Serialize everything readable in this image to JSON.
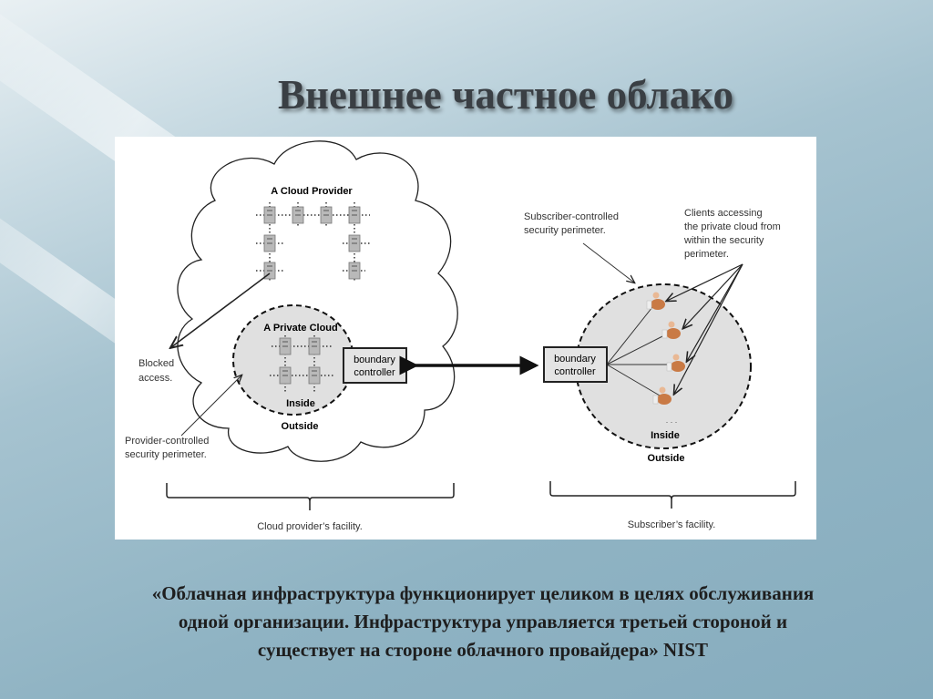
{
  "slide": {
    "title": "Внешнее частное облако",
    "quote": [
      "«Облачная инфраструктура функционирует целиком в целях обслуживания",
      "одной организации. Инфраструктура управляется третьей стороной и",
      "существует на стороне облачного провайдера» NIST"
    ]
  },
  "diagram": {
    "cloud_provider_label": "A Cloud Provider",
    "private_cloud_label": "A Private Cloud",
    "left_inside": "Inside",
    "left_outside": "Outside",
    "left_boundary": [
      "boundary",
      "controller"
    ],
    "right_boundary": [
      "boundary",
      "controller"
    ],
    "right_inside": "Inside",
    "right_outside": "Outside",
    "blocked_access": [
      "Blocked",
      "access."
    ],
    "provider_perimeter": [
      "Provider-controlled",
      "security perimeter."
    ],
    "subscriber_perimeter": [
      "Subscriber-controlled",
      "security perimeter."
    ],
    "clients_label": [
      "Clients accessing",
      "the private cloud from",
      "within the security",
      "perimeter."
    ],
    "ellipsis": ". . .",
    "left_facility": "Cloud provider’s facility.",
    "right_facility": "Subscriber’s facility."
  }
}
